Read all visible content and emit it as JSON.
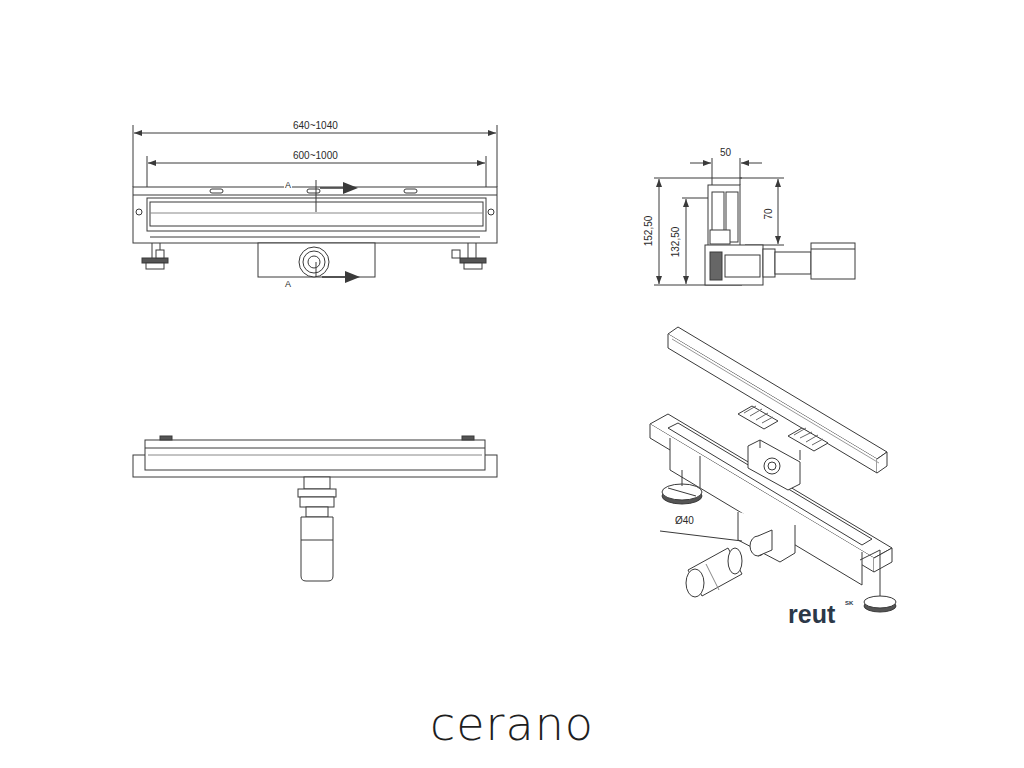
{
  "diagram": {
    "labels": [
      "640~1040",
      "600~1000",
      "A",
      "A",
      "50",
      "152,50",
      "132,50",
      "70",
      "Ø40",
      "reut",
      "SK",
      "cerano"
    ]
  }
}
